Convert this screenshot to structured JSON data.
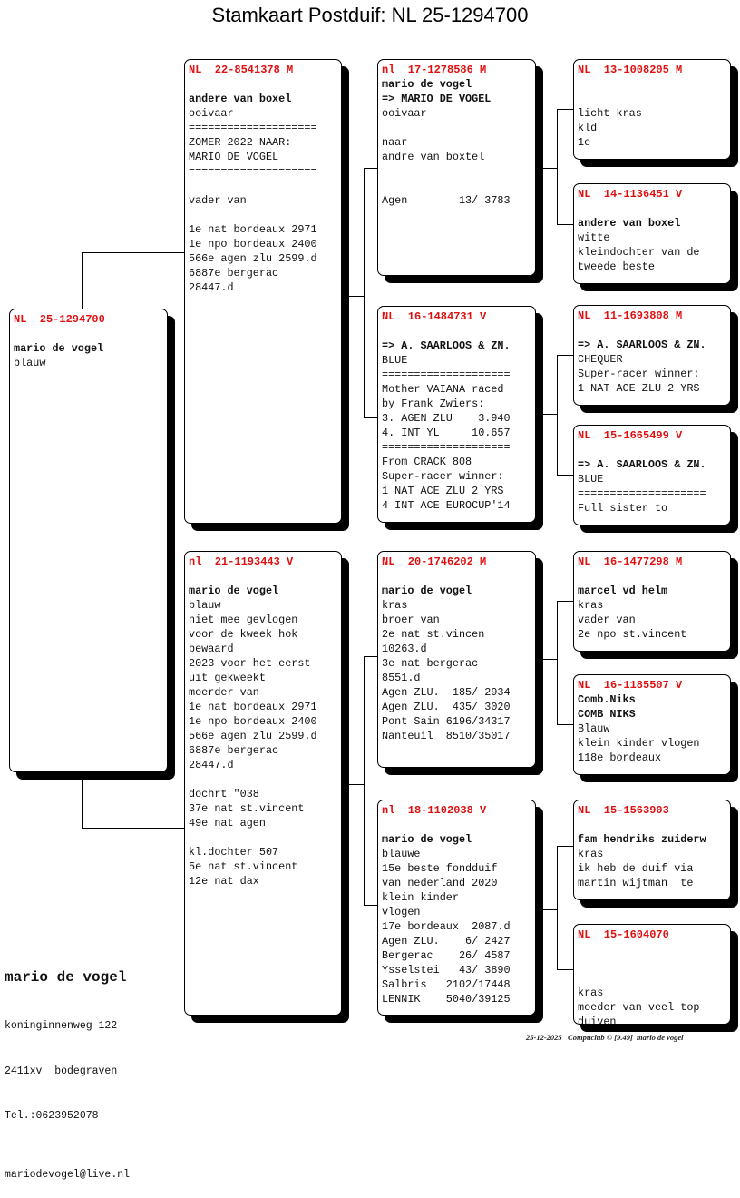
{
  "title": "Stamkaart Postduif: NL  25-1294700",
  "pigeons": {
    "subject": {
      "ring": "NL  25-1294700",
      "lines": [
        "",
        "mario de vogel",
        "blauw"
      ],
      "bold": [
        1
      ]
    },
    "s": {
      "ring": "NL  22-8541378 M",
      "lines": [
        "",
        "andere van boxel",
        "ooivaar",
        "====================",
        "ZOMER 2022 NAAR:",
        "MARIO DE VOGEL",
        "====================",
        "",
        "vader van",
        "",
        "1e nat bordeaux 2971",
        "1e npo bordeaux 2400",
        "566e agen zlu 2599.d",
        "6887e bergerac",
        "28447.d"
      ],
      "bold": [
        1
      ]
    },
    "d": {
      "ring": "nl  21-1193443 V",
      "lines": [
        "",
        "mario de vogel",
        "blauw",
        "niet mee gevlogen",
        "voor de kweek hok",
        "bewaard",
        "2023 voor het eerst",
        "uit gekweekt",
        "moerder van",
        "1e nat bordeaux 2971",
        "1e npo bordeaux 2400",
        "566e agen zlu 2599.d",
        "6887e bergerac",
        "28447.d",
        "",
        "dochrt \"038",
        "37e nat st.vincent",
        "49e nat agen",
        "",
        "kl.dochter 507",
        "5e nat st.vincent",
        "12e nat dax"
      ],
      "bold": [
        1
      ]
    },
    "ss": {
      "ring": "nl  17-1278586 M",
      "lines": [
        "mario de vogel",
        "=> MARIO DE VOGEL",
        "ooivaar",
        "",
        "naar",
        "andre van boxtel",
        "",
        "",
        "Agen        13/ 3783"
      ],
      "bold": [
        0,
        1
      ]
    },
    "sd": {
      "ring": "NL  16-1484731 V",
      "lines": [
        "",
        "=> A. SAARLOOS & ZN.",
        "BLUE",
        "====================",
        "Mother VAIANA raced",
        "by Frank Zwiers:",
        "3. AGEN ZLU    3.940",
        "4. INT YL     10.657",
        "====================",
        "From CRACK 808",
        "Super-racer winner:",
        "1 NAT ACE ZLU 2 YRS",
        "4 INT ACE EUROCUP'14"
      ],
      "bold": [
        1
      ]
    },
    "ds": {
      "ring": "NL  20-1746202 M",
      "lines": [
        "",
        "mario de vogel",
        "kras",
        "broer van",
        "2e nat st.vincen",
        "10263.d",
        "3e nat bergerac",
        "8551.d",
        "Agen ZLU.  185/ 2934",
        "Agen ZLU.  435/ 3020",
        "Pont Sain 6196/34317",
        "Nanteuil  8510/35017"
      ],
      "bold": [
        1
      ]
    },
    "dd": {
      "ring": "nl  18-1102038 V",
      "lines": [
        "",
        "mario de vogel",
        "blauwe",
        "15e beste fondduif",
        "van nederland 2020",
        "klein kinder",
        "vlogen",
        "17e bordeaux  2087.d",
        "Agen ZLU.    6/ 2427",
        "Bergerac    26/ 4587",
        "Ysselstei   43/ 3890",
        "Salbris   2102/17448",
        "LENNIK    5040/39125"
      ],
      "bold": [
        1
      ]
    },
    "sss": {
      "ring": "NL  13-1008205 M",
      "lines": [
        "",
        "",
        "licht kras",
        "kld",
        "1e"
      ],
      "bold": []
    },
    "ssd": {
      "ring": "NL  14-1136451 V",
      "lines": [
        "",
        "andere van boxel",
        "witte",
        "kleindochter van de",
        "tweede beste"
      ],
      "bold": [
        1
      ]
    },
    "sds": {
      "ring": "NL  11-1693808 M",
      "lines": [
        "",
        "=> A. SAARLOOS & ZN.",
        "CHEQUER",
        "Super-racer winner:",
        "1 NAT ACE ZLU 2 YRS"
      ],
      "bold": [
        1
      ]
    },
    "sdd": {
      "ring": "NL  15-1665499 V",
      "lines": [
        "",
        "=> A. SAARLOOS & ZN.",
        "BLUE",
        "====================",
        "Full sister to"
      ],
      "bold": [
        1
      ]
    },
    "dss": {
      "ring": "NL  16-1477298 M",
      "lines": [
        "",
        "marcel vd helm",
        "kras",
        "vader van",
        "2e npo st.vincent"
      ],
      "bold": [
        1
      ]
    },
    "dsd": {
      "ring": "NL  16-1185507 V",
      "lines": [
        "Comb.Niks",
        "COMB NIKS",
        "Blauw",
        "klein kinder vlogen",
        "118e bordeaux"
      ],
      "bold": [
        0,
        1
      ]
    },
    "dds": {
      "ring": "NL  15-1563903",
      "lines": [
        "",
        "fam hendriks zuiderw",
        "kras",
        "ik heb de duif via",
        "martin wijtman  te"
      ],
      "bold": [
        1
      ]
    },
    "ddd": {
      "ring": "NL  15-1604070",
      "lines": [
        "",
        "",
        "",
        "kras",
        "moeder van veel top",
        "duiven"
      ],
      "bold": []
    }
  },
  "owner": {
    "name": "mario de vogel",
    "address": "koninginnenweg 122",
    "city": "2411xv  bodegraven",
    "phone": "Tel.:0623952078",
    "email": "mariodevogel@live.nl"
  },
  "footer": "25-12-2025   Compuclub © [9.49]  mario de vogel",
  "colors": {
    "ring": "#e01010"
  }
}
